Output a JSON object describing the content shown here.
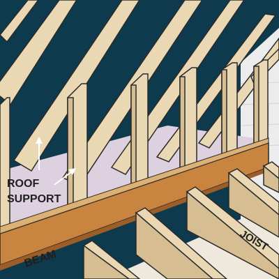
{
  "labels": {
    "roof_support_line1": "ROOF",
    "roof_support_line2": "SUPPORT",
    "beam": "BEAM",
    "joist": "JOIST"
  },
  "colors": {
    "sky": "#0e3a4d",
    "wood": "#ead8b4",
    "wood_shadow": "#d6be92",
    "beam": "#c9843f",
    "beam_dark": "#9c5d27",
    "wall": "#ddd0df",
    "outline": "#2a2a2a",
    "floor": "#efe8dd",
    "brick": "#ececec"
  },
  "icons": [
    "roof-support-arrow-up",
    "roof-support-arrow-diagonal"
  ]
}
